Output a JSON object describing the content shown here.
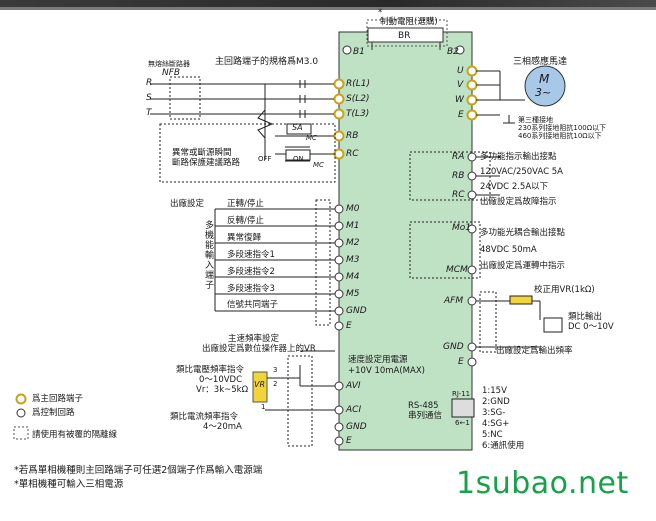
{
  "header": {
    "star": "*",
    "brake_resistor": "制動電阻(選購)",
    "br": "BR",
    "b1": "B1",
    "b2": "B2"
  },
  "left": {
    "breaker": "無熔絲斷路器",
    "nfb": "NFB",
    "r": "R",
    "s": "S",
    "t": "T",
    "spec": "主回路端子的規格爲M3.0",
    "abnormal_1": "異常或斷源瞬間",
    "abnormal_2": "斷路保護建議路路",
    "sa": "SA",
    "mc": "MC",
    "mc2": "MC",
    "off": "OFF",
    "on": "ON",
    "factory": "出廠設定",
    "inputs": [
      "正轉/停止",
      "反轉/停止",
      "異常復歸",
      "多段速指令1",
      "多段速指令2",
      "多段速指令3",
      "信號共同端子"
    ],
    "multi_func": "多機能輸入端子",
    "freq_1": "主速頻率設定",
    "freq_2": "出廠設定爲數位操作器上的VR",
    "volt_1": "類比電壓頻率指令",
    "volt_2": "0～10VDC",
    "volt_3": "Vr：3k~5kΩ",
    "vr": "VR",
    "p3": "3",
    "p2": "2",
    "p1": "1",
    "curr_1": "類比電流頻率指令",
    "curr_2": "4～20mA"
  },
  "drive_terms_left": [
    "R(L1)",
    "S(L2)",
    "T(L3)",
    "RB",
    "RC",
    "M0",
    "M1",
    "M2",
    "M3",
    "M4",
    "M5",
    "GND",
    "E",
    "AVI",
    "ACI",
    "GND",
    "E"
  ],
  "drive_center": {
    "supply_1": "速度設定用電源",
    "supply_2": "+10V 10mA(MAX)"
  },
  "right": {
    "motor_title": "三相感應馬達",
    "m": "M",
    "m3": "3~",
    "ground_1": "第三種接地",
    "ground_2": "230系列接地阻抗100Ω以下",
    "ground_3": "460系列接地阻抗10Ω以下",
    "uvw": [
      "U",
      "V",
      "W",
      "E"
    ],
    "relay_terms": [
      "RA",
      "RB",
      "RC"
    ],
    "relay_1": "多功能指示輸出接點",
    "relay_2": "120VAC/250VAC 5A",
    "relay_3": "24VDC 2.5A以下",
    "relay_4": "出廠設定爲故障指示",
    "mo1": "Mo1",
    "mcm": "MCM",
    "photo_1": "多功能光耦合輸出接點",
    "photo_2": "48VDC 50mA",
    "photo_3": "出廠設定爲運轉中指示",
    "afm": "AFM",
    "gnd": "GND",
    "e": "E",
    "calib": "校正用VR(1kΩ)",
    "analog_1": "類比輸出",
    "analog_2": "DC 0～10V",
    "afm_note": "出廠設定爲輸出頻率",
    "rs485_1": "RS-485",
    "rs485_2": "串列通信",
    "rj": "RJ-11",
    "rj_pins": "6←1",
    "pins": [
      "1:15V",
      "2:GND",
      "3:SG-",
      "4:SG+",
      "5:NC",
      "6:通訊使用"
    ]
  },
  "legend": {
    "main": "爲主回路端子",
    "ctrl": "爲控制回路",
    "shield": "請使用有被覆的隔離線"
  },
  "footer": {
    "line1": "*若爲單相機種則主回路端子可任選2個端子作爲輸入電源端",
    "line2": "*單相機種可輸入三相電源"
  },
  "watermark": "1subao.net",
  "colors": {
    "drive": "#bfe1c4",
    "accent": "#1a9a4a"
  }
}
